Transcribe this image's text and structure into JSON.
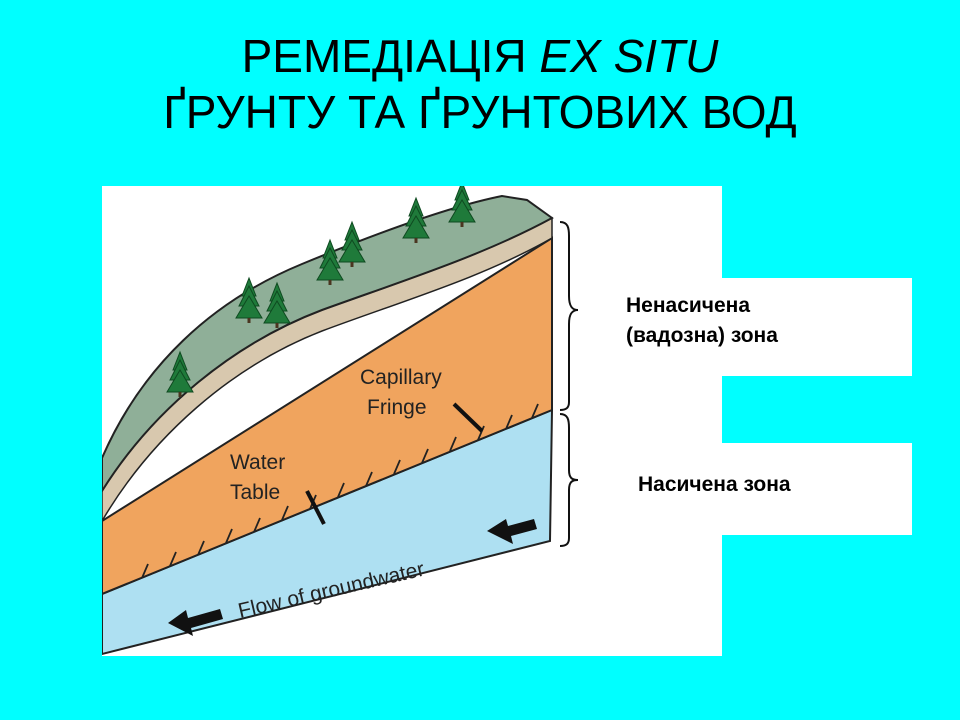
{
  "title": {
    "line1_prefix": "РЕМЕДІАЦІЯ ",
    "line1_italic": "EX SITU",
    "line2": "ҐРУНТУ ТА ҐРУНТОВИХ ВОД"
  },
  "diagram": {
    "labels": {
      "capillary_line1": "Capillary",
      "capillary_line2": "Fringe",
      "water_line1": "Water",
      "water_line2": "Table",
      "flow": "Flow of groundwater"
    },
    "colors": {
      "vegetation": "#8FAF98",
      "topsoil": "#D8C8AE",
      "vadose": "#F0A45E",
      "groundwater": "#AEE0F2",
      "tree": "#1F7A3A"
    }
  },
  "zones": {
    "unsaturated_line1": "Ненасичена",
    "unsaturated_line2": "(вадозна) зона",
    "saturated": "Насичена зона"
  },
  "page": {
    "background": "#00FFFF"
  }
}
